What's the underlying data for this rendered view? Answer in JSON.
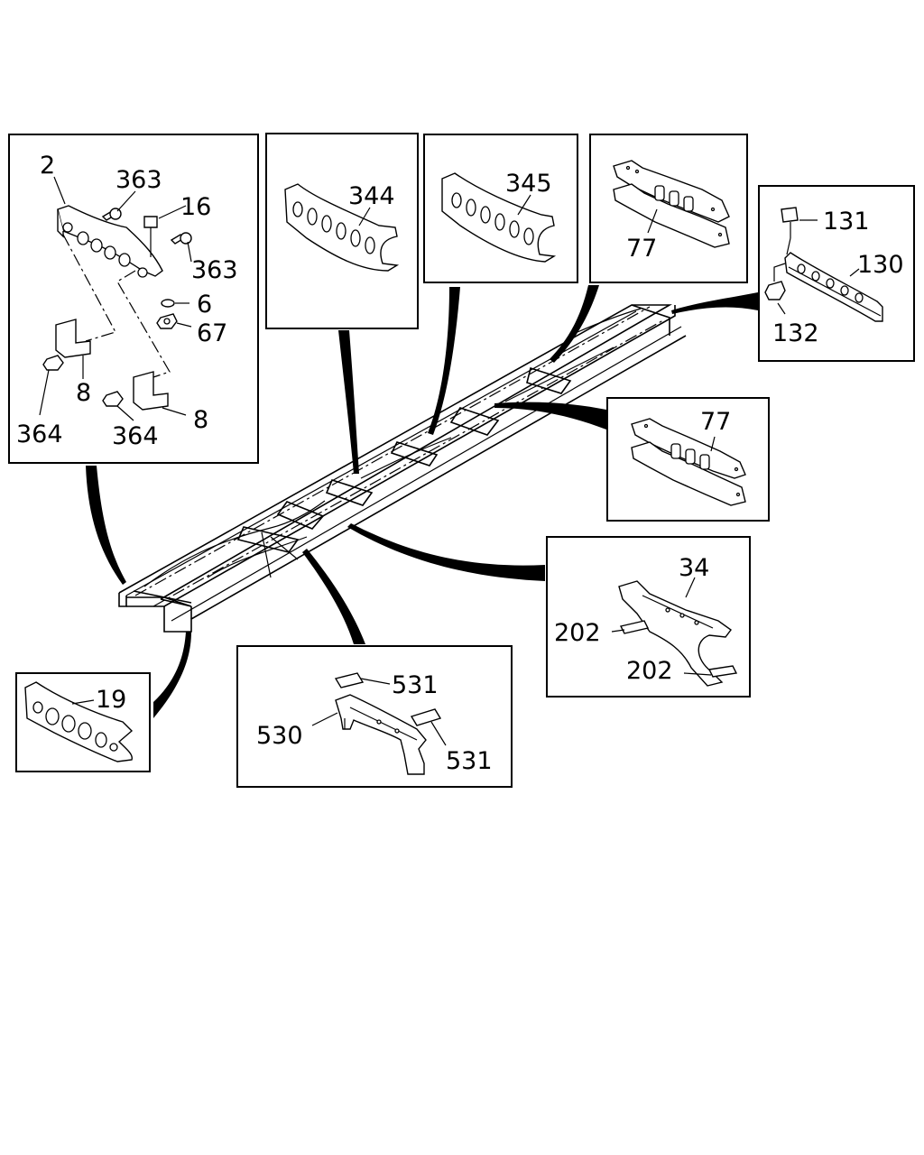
{
  "colors": {
    "line": "#000000",
    "background": "#ffffff"
  },
  "panels": {
    "bumper_bracket": {
      "labels": [
        "2",
        "363",
        "16",
        "363",
        "6",
        "67",
        "8",
        "8",
        "364",
        "364"
      ]
    },
    "crossmember_344": {
      "labels": [
        "344"
      ]
    },
    "crossmember_345": {
      "labels": [
        "345"
      ]
    },
    "crossmember_77_top": {
      "labels": [
        "77"
      ]
    },
    "rear_cross": {
      "labels": [
        "131",
        "130",
        "132"
      ]
    },
    "crossmember_77_mid": {
      "labels": [
        "77"
      ]
    },
    "crossmember_34": {
      "labels": [
        "34",
        "202",
        "202"
      ]
    },
    "front_cross_19": {
      "labels": [
        "19"
      ]
    },
    "crossmember_530": {
      "labels": [
        "531",
        "530",
        "531"
      ]
    }
  }
}
